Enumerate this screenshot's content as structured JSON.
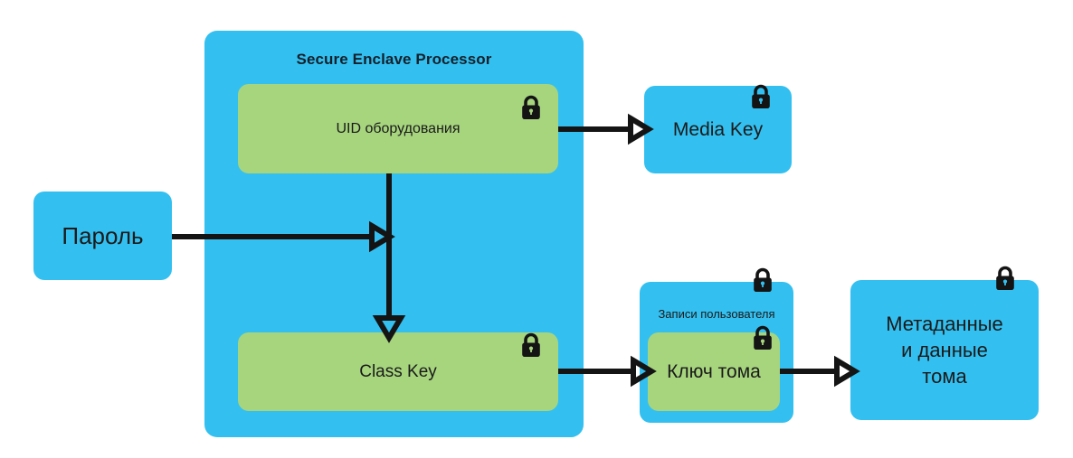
{
  "diagram": {
    "title": "Secure Enclave Processor data protection key hierarchy",
    "colors": {
      "blue": "#33c0f0",
      "green": "#a7d57e",
      "ink": "#141414"
    },
    "sep": {
      "label": "Secure Enclave Processor"
    },
    "nodes": {
      "uid": {
        "label": "UID оборудования",
        "lock_icon": "lock-icon"
      },
      "class_key": {
        "label": "Class Key",
        "lock_icon": "lock-icon"
      },
      "password": {
        "label": "Пароль"
      },
      "media_key": {
        "label": "Media Key",
        "lock_icon": "lock-icon"
      },
      "user_records": {
        "label": "Записи пользователя",
        "lock_icon": "lock-icon"
      },
      "volume_key": {
        "label": "Ключ тома",
        "lock_icon": "lock-icon"
      },
      "volume_data": {
        "line1": "Метаданные",
        "line2": "и данные",
        "line3": "тома",
        "lock_icon": "lock-icon"
      }
    },
    "connectors": [
      {
        "name": "uid-to-media-key",
        "from": "uid",
        "to": "media_key",
        "direction": "right"
      },
      {
        "name": "uid-to-class-key",
        "from": "uid",
        "to": "class_key",
        "direction": "down"
      },
      {
        "name": "password-to-class-key",
        "from": "password",
        "to": "class_key",
        "direction": "right"
      },
      {
        "name": "class-key-to-volume-key",
        "from": "class_key",
        "to": "volume_key",
        "direction": "right"
      },
      {
        "name": "volume-key-to-volume-data",
        "from": "volume_key",
        "to": "volume_data",
        "direction": "right"
      }
    ]
  }
}
